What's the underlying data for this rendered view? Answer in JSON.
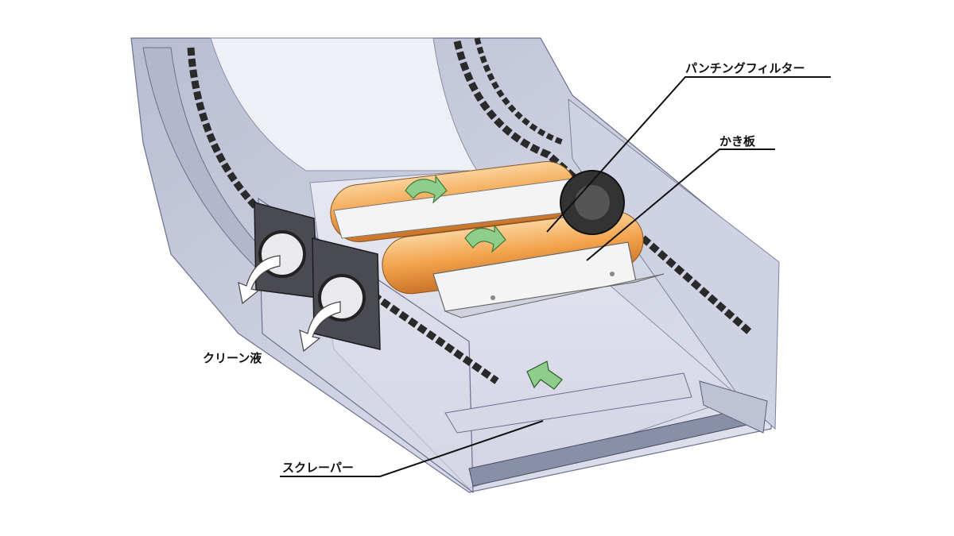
{
  "labels": {
    "punching_filter": "パンチングフィルター",
    "scraper_plate": "かき板",
    "clean_liquid": "クリーン液",
    "scraper": "スクレーパー"
  },
  "colors": {
    "housing": "#c9ccdc",
    "housing_dark": "#9aa0b8",
    "chain": "#2a2a2a",
    "filter_orange": "#f2a24a",
    "plate": "#f4f4f4",
    "arrow_green": "#8fce8a",
    "arrow_white": "#ffffff"
  }
}
